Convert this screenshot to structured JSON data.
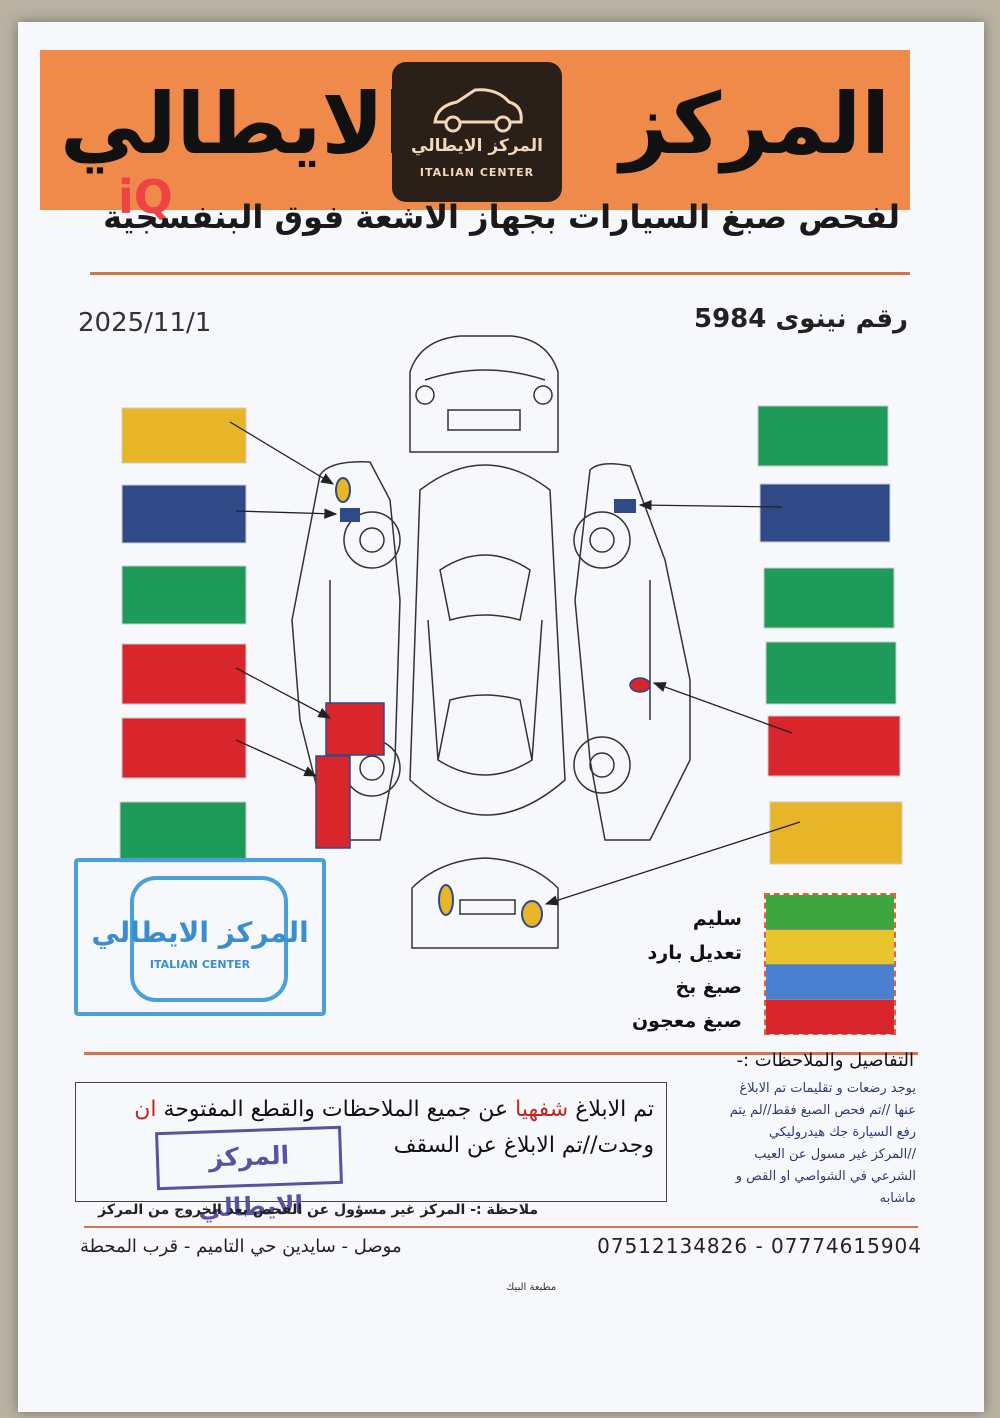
{
  "header": {
    "brand_right": "المركز",
    "brand_left": "الايطالي",
    "logo_ar": "المركز الايطالي",
    "logo_en": "ITALIAN CENTER",
    "watermark": "iQ",
    "subtitle": "لفحص صبغ السيارات بجهاز الاشعة فوق البنفسجية"
  },
  "meta": {
    "date": "2025/11/1",
    "plate_label": "رقم نينوى",
    "plate_number": "5984"
  },
  "colors": {
    "green": "#1e9a5a",
    "blue": "#2f4a86",
    "yellow": "#e8b428",
    "red": "#d8262c",
    "orange": "#f08a4a"
  },
  "panels_left": [
    "yellow",
    "blue",
    "green",
    "red",
    "red",
    "green"
  ],
  "panels_right": [
    "green",
    "blue",
    "green",
    "green",
    "red",
    "yellow"
  ],
  "legend": {
    "items": [
      {
        "label": "سليم",
        "color": "#3da63f"
      },
      {
        "label": "تعديل بارد",
        "color": "#e8c52c"
      },
      {
        "label": "صبغ بخ",
        "color": "#4a80cf"
      },
      {
        "label": "صبغ معجون",
        "color": "#d8262c"
      }
    ]
  },
  "stamp": {
    "ar": "المركز الايطالي",
    "en": "ITALIAN CENTER"
  },
  "notes": {
    "title": "التفاصيل والملاحظات :-",
    "lines": [
      "يوجد رضعات و تقليمات تم الابلاغ",
      "عنها //تم فحص الصبغ فقط//لم يتم",
      "رفع السيارة جك هيدروليكي",
      "//المركز غير مسول عن العيب",
      "الشرعي في الشواصي او القص و",
      "ماشابه"
    ]
  },
  "report": {
    "l1_a": "تم الابلاغ ",
    "l1_b": "شفهيا",
    "l1_c": " عن جميع الملاحظات والقطع المفتوحة ",
    "l1_d": "ان",
    "l2_a": "وجدت//تم الابلاغ عن السقف",
    "stamp": "المركز الايطالي"
  },
  "footer": {
    "note": "ملاحظة :- المركز غير مسؤول عن الفحص بعد الخروج من المركز",
    "address": "موصل - سايدين حي التاميم - قرب المحطة",
    "phones": "07512134826 - 07774615904",
    "press": "مطبعة البيك"
  }
}
